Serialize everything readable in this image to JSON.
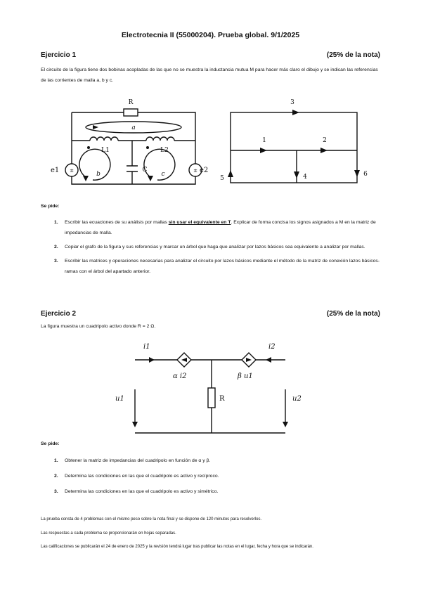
{
  "header": {
    "title": "Electrotecnia II (55000204). Prueba global. 9/1/2025"
  },
  "ex1": {
    "title": "Ejercicio 1",
    "weight": "(25% de la nota)",
    "intro": "El circuito de la figura tiene dos bobinas acopladas de las que no se muestra la inductancia mutua M para hacer más claro el dibujo y se indican las referencias de las corrientes de malla a, b y c.",
    "fig_circuit": {
      "R": "R",
      "a": "a",
      "b": "b",
      "c": "c",
      "L1": "L1",
      "L2": "L2",
      "C": "C",
      "e1": "e1",
      "e2": "e2"
    },
    "fig_graph": {
      "b1": "1",
      "b2": "2",
      "b3": "3",
      "b4": "4",
      "b5": "5",
      "b6": "6"
    },
    "se_pide": "Se pide:",
    "items": [
      {
        "num": "1.",
        "pre": "Escribir las ecuaciones de su análisis por mallas ",
        "underline": "sin usar el equivalente en T",
        "post": ". Explicar de forma concisa los signos asignados a M en la matriz de impedancias de malla."
      },
      {
        "num": "2.",
        "text": "Copiar el grafo de la figura y sus referencias y marcar un árbol que haga que analizar por lazos básicos sea equivalente a analizar por mallas."
      },
      {
        "num": "3.",
        "text": "Escribir las matrices y operaciones necesarias para analizar el circuito por lazos básicos mediante el método de la matriz de conexión lazos básicos-ramas con el árbol del apartado anterior."
      }
    ]
  },
  "ex2": {
    "title": "Ejercicio 2",
    "weight": "(25% de la nota)",
    "intro": "La figura muestra un cuadripolo activo donde R = 2 Ω.",
    "fig": {
      "i1": "i1",
      "i2": "i2",
      "src1": "α i2",
      "src2": "β u1",
      "R": "R",
      "u1": "u1",
      "u2": "u2"
    },
    "se_pide": "Se pide:",
    "items": [
      {
        "num": "1.",
        "text": "Obtener la matriz de impedancias del cuadripolo en función de α y β."
      },
      {
        "num": "2.",
        "text": "Determina las condiciones en las que el cuadripolo es activo y recíproco."
      },
      {
        "num": "3.",
        "text": "Determina las condiciones en las que el cuadripolo es activo y simétrico."
      }
    ]
  },
  "footer": [
    "La prueba consta de 4 problemas con el mismo peso sobre la nota final y se dispone de 120 minutos para resolverlos.",
    "Las respuestas a cada problema se proporcionarán en hojas separadas.",
    "Las calificaciones se publicarán el 24 de enero de 2025 y la revisión tendrá lugar tras publicar las notas en el lugar, fecha y hora que se indicarán."
  ]
}
